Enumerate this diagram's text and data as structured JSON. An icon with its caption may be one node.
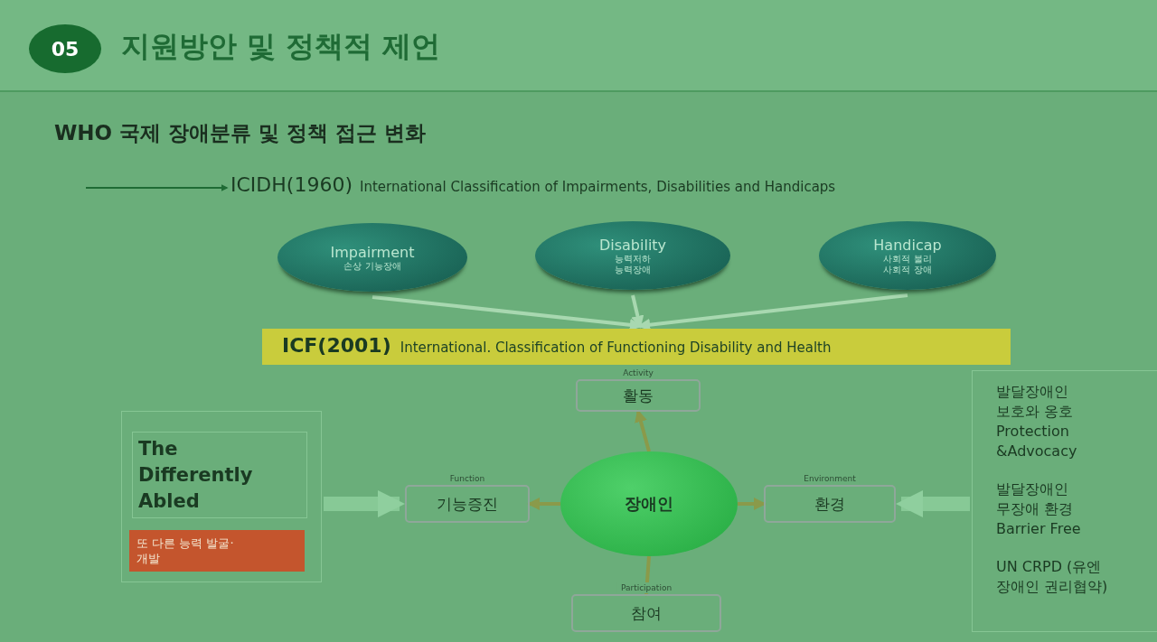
{
  "diagram": {
    "title": "지원방안 및 정책적 제언",
    "nodes": [
      {
        "text": [
          "05"
        ]
      },
      {
        "text": [
          "ICIDH(1960)",
          "International Classification of Impairments, Disabilities and Handicaps"
        ]
      },
      {
        "text": [
          "Impairment",
          "손상 기능장애"
        ]
      },
      {
        "text": [
          "Disability",
          "능력저하 능력장애"
        ]
      },
      {
        "text": [
          "Handicap",
          "사회적 불리 사회적 장애"
        ]
      },
      {
        "text": [
          "ICF(2001)",
          "International. Classification of Functioning Disability and Health"
        ]
      },
      {
        "text": [
          "활동"
        ],
        "beside": [
          "Activity"
        ]
      },
      {
        "text": [
          "기능증진"
        ],
        "beside": [
          "Function"
        ]
      },
      {
        "text": [
          "장애인"
        ]
      },
      {
        "text": [
          "환경"
        ],
        "beside": [
          "Environment"
        ]
      },
      {
        "text": [
          "참여"
        ],
        "beside": [
          "Participation"
        ]
      },
      {
        "text": [],
        "shape": "box"
      },
      {
        "text": [
          "The Differently Abled"
        ],
        "in": 11
      },
      {
        "text": [
          "또 다른 능력 발굴·개발"
        ],
        "in": 11
      },
      {
        "text": [
          "발달장애인 보호와 옹호 Protection &Advocacy",
          "발달장애인 무장애 환경 Barrier Free",
          "UN CRPD (유엔 장애인 권리협약)"
        ]
      }
    ],
    "edges": [
      {
        "from": null,
        "to": 1,
        "arrow": "to",
        "color": "#1f6b35"
      },
      {
        "from": 2,
        "to": 5,
        "arrow": "to",
        "color": "#a8d8b0"
      },
      {
        "from": 3,
        "to": 5,
        "arrow": "to",
        "color": "#a8d8b0"
      },
      {
        "from": 4,
        "to": 5,
        "arrow": "to",
        "color": "#a8d8b0"
      },
      {
        "from": 8,
        "to": 6,
        "arrow": "to"
      },
      {
        "from": 8,
        "to": 7,
        "arrow": "to"
      },
      {
        "from": 8,
        "to": 9,
        "arrow": "to"
      },
      {
        "from": 8,
        "to": 10,
        "arrow": "to"
      },
      {
        "from": 11,
        "to": 7,
        "arrow": "to",
        "style": "thick",
        "color": "#8fcf9e"
      },
      {
        "from": 14,
        "to": 9,
        "arrow": "to",
        "style": "thick",
        "color": "#8fcf9e"
      }
    ],
    "labels": [
      "WHO 국제 장애분류 및 정책 접근 변화"
    ]
  }
}
